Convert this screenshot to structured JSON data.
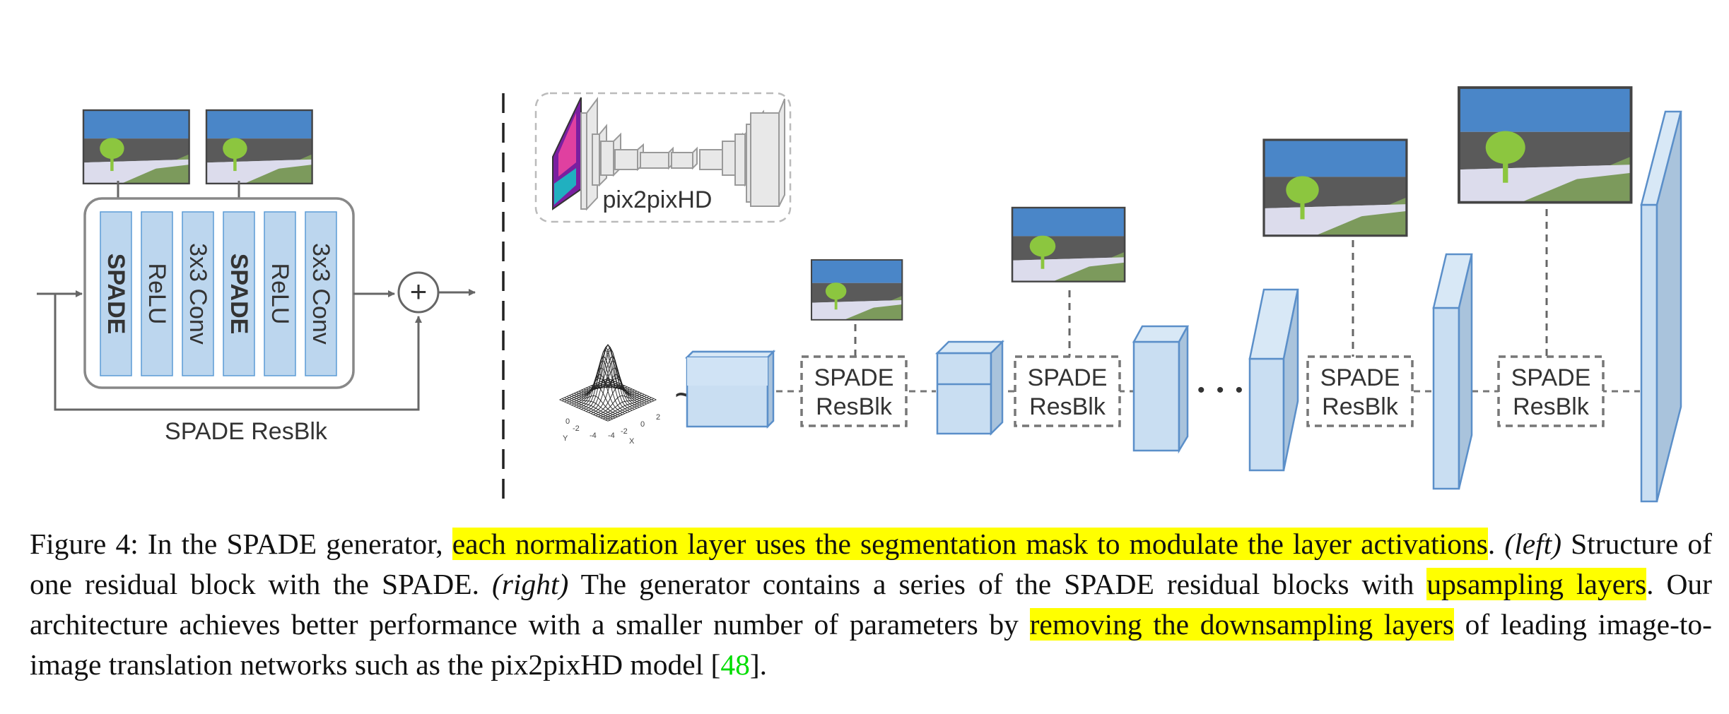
{
  "figure": {
    "left": {
      "layers": [
        {
          "label": "SPADE",
          "bold": true
        },
        {
          "label": "ReLU",
          "bold": false
        },
        {
          "label": "3x3 Conv",
          "bold": false
        },
        {
          "label": "SPADE",
          "bold": true
        },
        {
          "label": "ReLU",
          "bold": false
        },
        {
          "label": "3x3 Conv",
          "bold": false
        }
      ],
      "block_label": "SPADE ResBlk",
      "add_symbol": "+"
    },
    "right": {
      "inset_label": "pix2pixHD",
      "noise_symbol": "~",
      "resblock_line1": "SPADE",
      "resblock_line2": "ResBlk",
      "ellipsis": "• • •",
      "gaussian_ticks": [
        "0",
        "-2",
        "-4",
        "-4",
        "-2",
        "0",
        "2"
      ],
      "gaussian_axes": [
        "Y",
        "X"
      ]
    },
    "colors": {
      "layer_fill": "#bcd6ee",
      "layer_stroke": "#5b9bd5",
      "sky": "#4a86c8",
      "dark_ground": "#5a5a5a",
      "grass": "#7c9a5c",
      "road": "#dcdcec",
      "tree": "#8cc63f"
    }
  },
  "caption": {
    "s1": "Figure 4: In the SPADE generator, ",
    "s2": "each normalization layer uses the segmentation mask to modulate the layer activations",
    "s3": ". ",
    "s4": "(left)",
    "s5": " Structure of one residual block with the SPADE. ",
    "s6": "(right)",
    "s7": " The generator contains a series of the SPADE residual blocks with ",
    "s8": "upsampling layers",
    "s9": ". Our architecture achieves better performance with a smaller number of parameters by ",
    "s10": "removing the downsampling layers",
    "s11": " of leading image-to-image translation networks such as the pix2pixHD model [",
    "s12": "48",
    "s13": "]."
  }
}
